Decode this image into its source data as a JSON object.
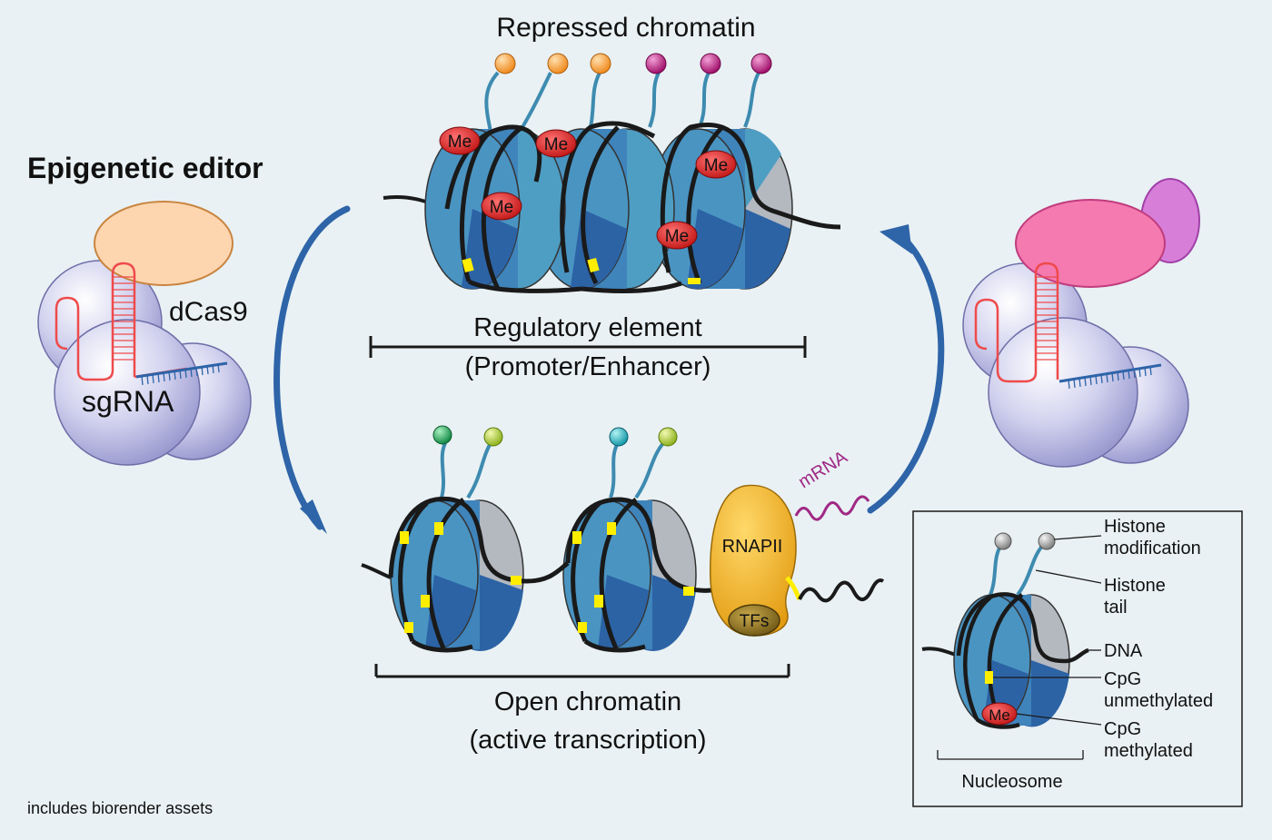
{
  "labels": {
    "repressed_title": "Repressed chromatin",
    "epigenetic_editor": "Epigenetic editor",
    "dcas9": "dCas9",
    "sgrna": "sgRNA",
    "regulatory_line1": "Regulatory element",
    "regulatory_line2": "(Promoter/Enhancer)",
    "open_line1": "Open chromatin",
    "open_line2": "(active transcription)",
    "mrna": "mRNA",
    "rnapii": "RNAPII",
    "tfs": "TFs",
    "me": "Me",
    "footer": "includes biorender assets"
  },
  "legend": {
    "histone_mod_1": "Histone",
    "histone_mod_2": "modification",
    "histone_tail_1": "Histone",
    "histone_tail_2": "tail",
    "dna": "DNA",
    "cpg_unmeth_1": "CpG",
    "cpg_unmeth_2": "unmethylated",
    "cpg_meth_1": "CpG",
    "cpg_meth_2": "methylated",
    "nucleosome": "Nucleosome",
    "me": "Me"
  },
  "colors": {
    "background": "#e9f1f4",
    "arrow": "#2e64a8",
    "histone_light": "#4e9ec3",
    "histone_dark": "#2c63a5",
    "histone_grey": "#b4b9c0",
    "dna": "#1a1a1a",
    "cpg_unmethylated": "#ffee00",
    "cpg_methylated": "#dd2a2a",
    "dcas9_body": "#c7c7ea",
    "editor_orange": "#fdd6b0",
    "editor_pink": "#f47ab0",
    "editor_violet": "#d77fd8",
    "sgrna": "#ee4b4b",
    "mrna": "#a02885",
    "rnapii": "#f4b72a",
    "tfs": "#8f7426"
  }
}
